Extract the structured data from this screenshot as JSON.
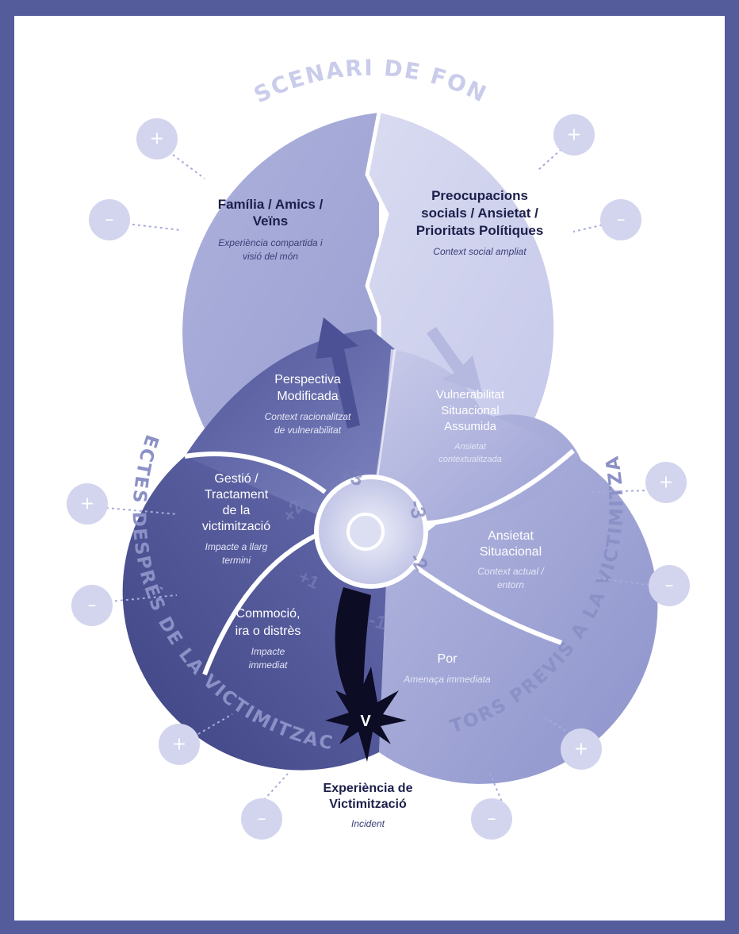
{
  "arc_labels": {
    "top": "ESCENARI DE FONS",
    "left": "EFECTES DESPRÉS DE LA VICTIMITZACIÓ",
    "right": "FACTORS PREVIS A LA VICTIMITZACIÓ"
  },
  "top_left": {
    "title1": "Família / Amics /",
    "title2": "Veïns",
    "sub1": "Experiència compartida i",
    "sub2": "visió del món"
  },
  "top_right": {
    "title1": "Preocupacions",
    "title2": "socials / Ansietat /",
    "title3": "Prioritats Polítiques",
    "sub1": "Context social ampliat"
  },
  "perspectiva": {
    "title1": "Perspectiva",
    "title2": "Modificada",
    "sub1": "Context racionalitzat",
    "sub2": "de vulnerabilitat",
    "num": "+3"
  },
  "vulnerabilitat": {
    "title1": "Vulnerabilitat",
    "title2": "Situacional",
    "title3": "Assumida",
    "sub1": "Ansietat",
    "sub2": "contextualitzada",
    "num": "-3"
  },
  "gestio": {
    "title1": "Gestió /",
    "title2": "Tractament",
    "title3": "de la",
    "title4": "victimització",
    "sub1": "Impacte a llarg",
    "sub2": "termini",
    "num": "+2"
  },
  "ansietat": {
    "title1": "Ansietat",
    "title2": "Situacional",
    "sub1": "Context actual /",
    "sub2": "entorn",
    "num": "-2"
  },
  "commocio": {
    "title1": "Commoció,",
    "title2": "ira o distrès",
    "sub1": "Impacte",
    "sub2": "immediat",
    "num": "+1"
  },
  "por": {
    "title1": "Por",
    "sub1": "Amenaça immediata",
    "num": "-1"
  },
  "incident": {
    "letter": "V",
    "title1": "Experiència de",
    "title2": "Victimització",
    "sub1": "Incident"
  },
  "plus_symbol": "+",
  "minus_symbol": "–",
  "colors": {
    "background": "#545c9c",
    "page": "#ffffff",
    "light": "#d3d5ee",
    "mid": "#a8acda",
    "dark": "#3f4480",
    "incident": "#0c0c24"
  }
}
